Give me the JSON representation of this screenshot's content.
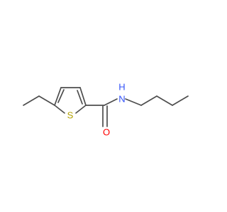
{
  "molecule": {
    "atoms": {
      "sulfur": {
        "symbol": "S",
        "color": "#b2a100"
      },
      "oxygen": {
        "symbol": "O",
        "color": "#ff0000"
      },
      "nitrogen": {
        "symbol": "N",
        "color": "#3050f8"
      },
      "hydrogen": {
        "symbol": "H",
        "color": "#3050f8"
      }
    },
    "bond_color": "#4d4d4d",
    "background": "#ffffff"
  }
}
